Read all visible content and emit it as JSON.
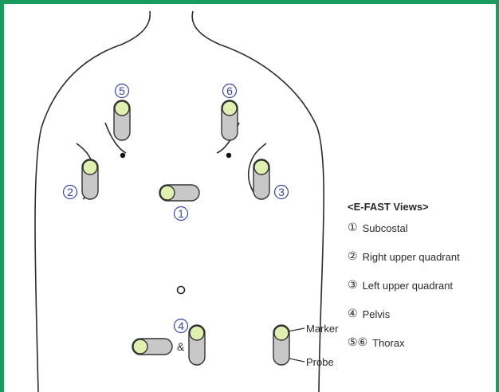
{
  "legend": {
    "title": "<E-FAST Views>",
    "items": [
      {
        "num": "①",
        "label": "Subcostal"
      },
      {
        "num": "②",
        "label": "Right upper quadrant"
      },
      {
        "num": "③",
        "label": "Left upper quadrant"
      },
      {
        "num": "④",
        "label": "Pelvis"
      },
      {
        "num": "⑤⑥",
        "label": "Thorax"
      }
    ]
  },
  "markers": {
    "p1": "1",
    "p2": "2",
    "p3": "3",
    "p4": "4",
    "p5": "5",
    "p6": "6",
    "ampersand": "&"
  },
  "probe_key": {
    "marker_label": "Marker",
    "probe_label": "Probe"
  },
  "colors": {
    "frame": "#1a9a5c",
    "probe_fill": "#c8c8c8",
    "marker_fill": "#dff0b0",
    "number_color": "#3a46a0"
  }
}
